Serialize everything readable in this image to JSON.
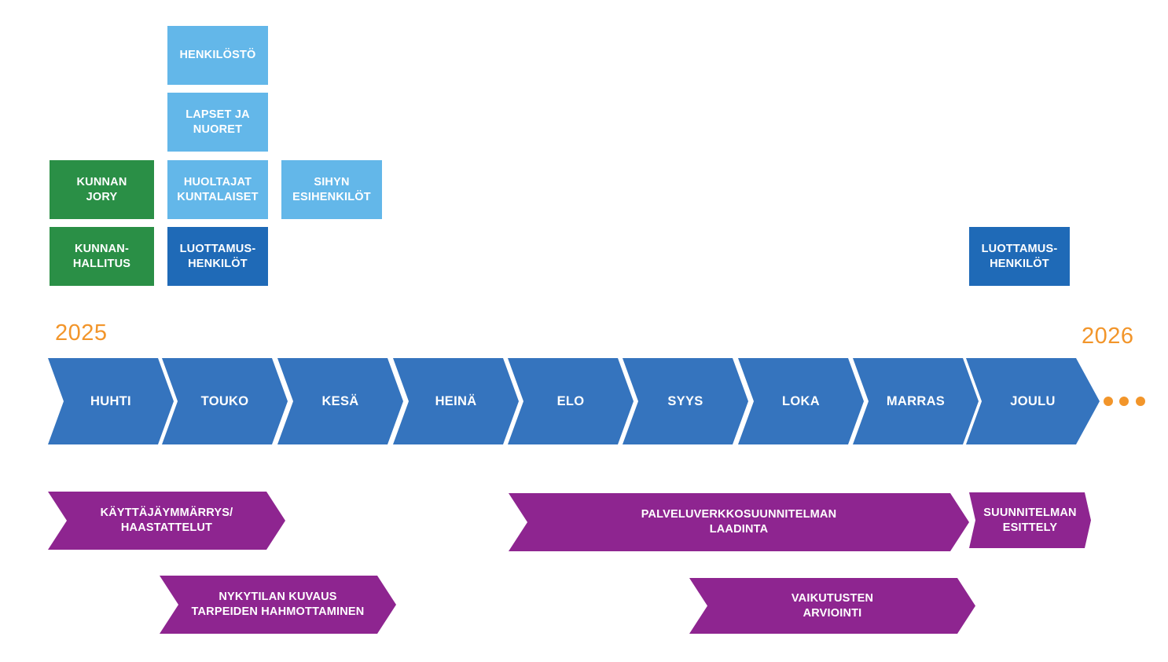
{
  "colors": {
    "stakeholder_light": "#63b7e9",
    "stakeholder_dark": "#1f6ab7",
    "stakeholder_green": "#2a8f46",
    "month_arrow": "#3574be",
    "phase_arrow": "#8e2590",
    "year_accent": "#f2952a"
  },
  "stakeholders": {
    "henkilosto": "HENKILÖSTÖ",
    "lapset_nuoret": "LAPSET JA\nNUORET",
    "kunnan_jory": "KUNNAN\nJORY",
    "huoltajat": "HUOLTAJAT\nKUNTALAISET",
    "sihyn": "SIHYN\nESIHENKILÖT",
    "kunnanhallitus": "KUNNAN-\nHALLITUS",
    "luottamus_1": "LUOTTAMUS-\nHENKILÖT",
    "luottamus_2": "LUOTTAMUS-\nHENKILÖT"
  },
  "years": {
    "start": "2025",
    "end": "2026"
  },
  "months": [
    "HUHTI",
    "TOUKO",
    "KESÄ",
    "HEINÄ",
    "ELO",
    "SYYS",
    "LOKA",
    "MARRAS",
    "JOULU"
  ],
  "continuation_icon": "ellipsis-dots",
  "phases": {
    "kayttajaymmarrys": "KÄYTTÄJÄYMMÄRRYS/\nHAASTATTELUT",
    "palveluverkko": "PALVELUVERKKOSUUNNITELMAN\nLAADINTA",
    "esittely": "SUUNNITELMAN\nESITTELY",
    "nykytila": "NYKYTILAN KUVAUS\nTARPEIDEN HAHMOTTAMINEN",
    "vaikutukset": "VAIKUTUSTEN\nARVIOINTI"
  }
}
